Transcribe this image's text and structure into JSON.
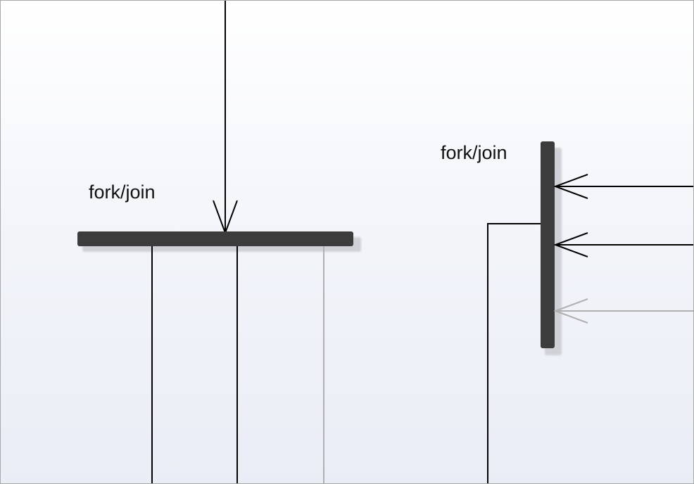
{
  "diagram": {
    "left_fork": {
      "label": "fork/join",
      "orientation": "horizontal",
      "incoming_flows": 1,
      "outgoing_flows": 3
    },
    "right_fork": {
      "label": "fork/join",
      "orientation": "vertical",
      "incoming_flows": 3,
      "outgoing_flows": 1
    },
    "colors": {
      "bar": "#3c3c3c",
      "bar_shadow": "#cfd1d6",
      "line": "#000000",
      "faded_line": "#b0b0b0",
      "background_top": "#ffffff",
      "background_bottom": "#e9edf5",
      "border": "#a9a9a9"
    }
  }
}
